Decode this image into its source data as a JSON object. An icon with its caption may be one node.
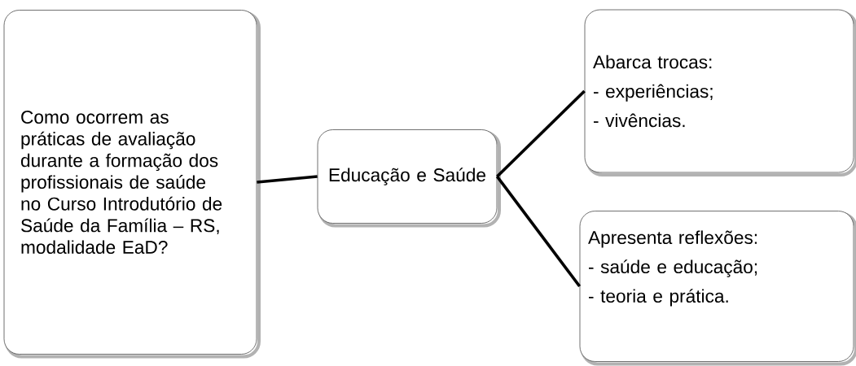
{
  "diagram": {
    "nodes": [
      {
        "text": [
          "Como ocorrem as práticas de avaliação durante a formação dos profissionais de saúde no Curso Introdutório de Saúde da Família – RS, modalidade EaD?"
        ]
      },
      {
        "text": [
          "Educação e Saúde"
        ]
      },
      {
        "text": [
          "Abarca trocas:",
          "- experiências;",
          "- vivências."
        ]
      },
      {
        "text": [
          "Apresenta reflexões:",
          "- saúde e educação;",
          "- teoria e prática."
        ]
      }
    ],
    "edges": [
      {
        "from": 0,
        "to": 1,
        "arrow": "none"
      },
      {
        "from": 1,
        "to": 2,
        "arrow": "none"
      },
      {
        "from": 1,
        "to": 3,
        "arrow": "none"
      }
    ]
  }
}
